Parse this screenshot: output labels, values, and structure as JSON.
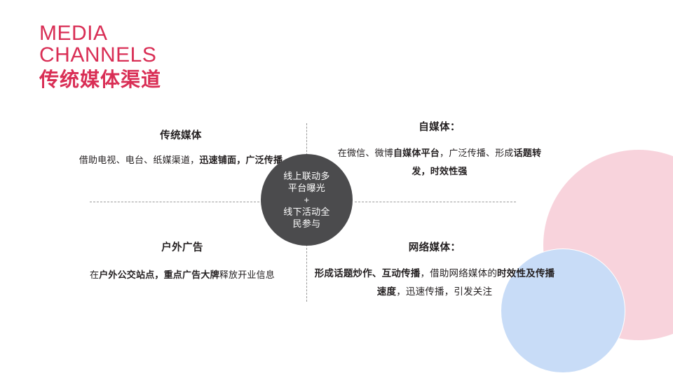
{
  "slide": {
    "title_line1": "MEDIA",
    "title_line2": "CHANNELS",
    "title_cn": "传统媒体渠道",
    "accent_color": "#d92e55",
    "circle_color": "#4b4b4d",
    "deco_pink_color": "#f8d3dc",
    "deco_blue_color": "#c8dcf7"
  },
  "center": {
    "line1": "线上联动多",
    "line2": "平台曝光",
    "line3": "+",
    "line4": "线下活动全",
    "line5": "民参与"
  },
  "quadrants": {
    "top_left": {
      "heading": "传统媒体",
      "body_plain_1": "借助电视、电台、纸媒渠道，",
      "body_bold_1": "迅速铺面，广泛传播"
    },
    "top_right": {
      "heading": "自媒体：",
      "body_plain_1": "在微信、微博",
      "body_bold_1": "自媒体平台",
      "body_plain_2": "，广泛传播、形成",
      "body_bold_2": "话题转发，时效性强"
    },
    "bottom_left": {
      "heading": "户外广告",
      "body_plain_1": "在",
      "body_bold_1": "户外公交站点，重点广告大牌",
      "body_plain_2": "释放开业信息"
    },
    "bottom_right": {
      "heading": "网络媒体：",
      "body_bold_1": "形成话题炒作、互动传播",
      "body_plain_1": "，借助网络媒体的",
      "body_bold_2": "时效性及传播速度",
      "body_plain_2": "，迅速传播，引发关注"
    }
  }
}
